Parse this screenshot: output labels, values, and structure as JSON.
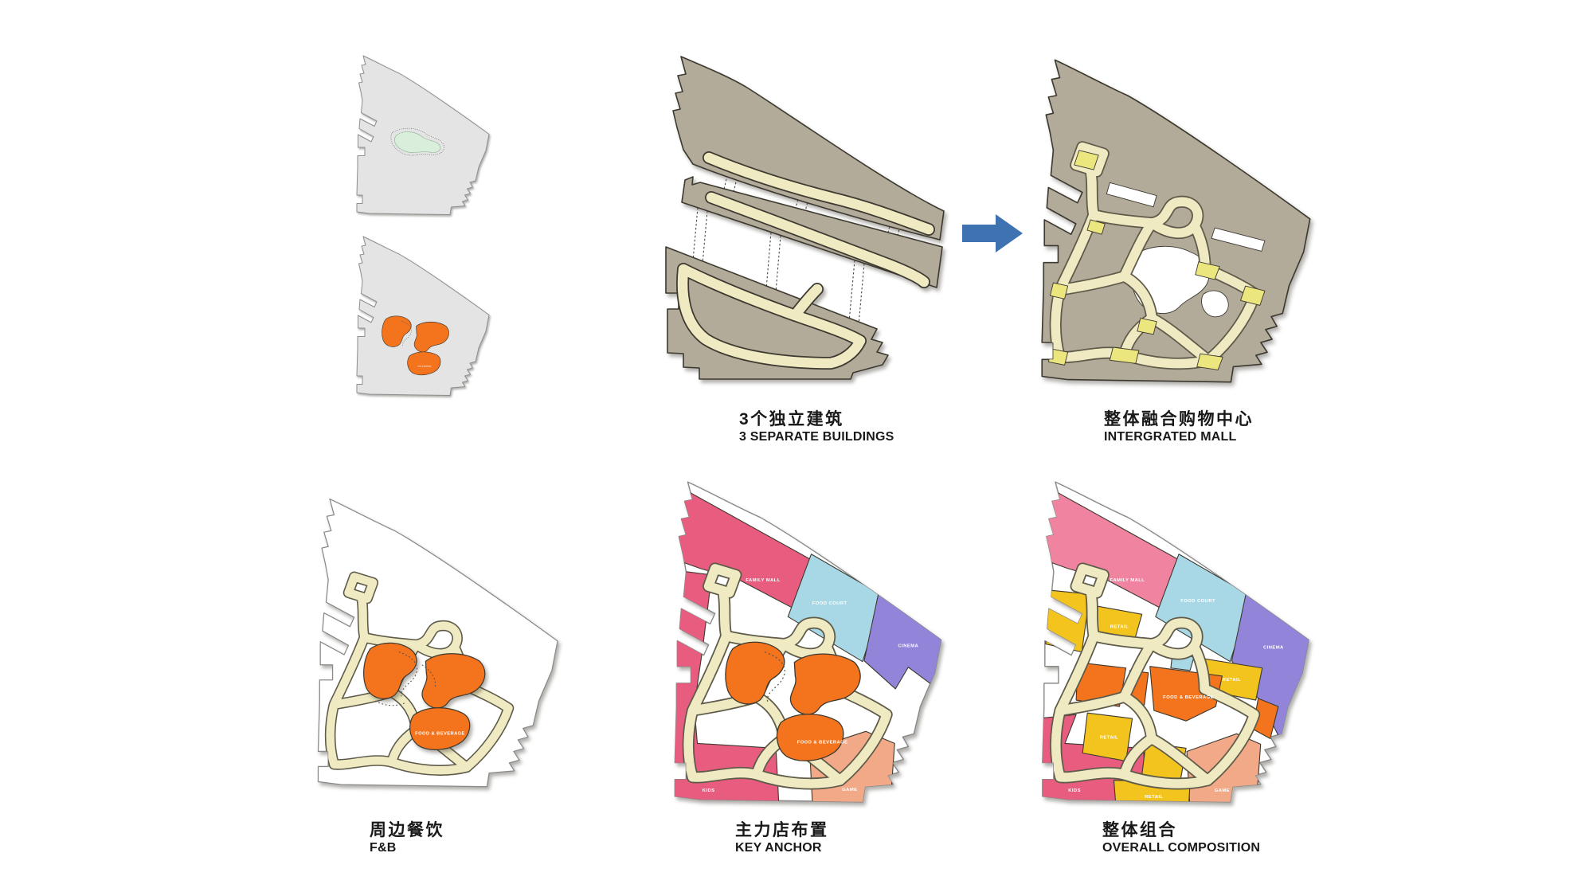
{
  "captions": {
    "three_buildings": {
      "zh": "3个独立建筑",
      "en": "3 SEPARATE BUILDINGS"
    },
    "integrated_mall": {
      "zh": "整体融合购物中心",
      "en": "INTERGRATED MALL"
    },
    "fnb": {
      "zh": "周边餐饮",
      "en": "F&B"
    },
    "key_anchor": {
      "zh": "主力店布置",
      "en": "KEY ANCHOR"
    },
    "overall": {
      "zh": "整体组合",
      "en": "OVERALL COMPOSITION"
    }
  },
  "zone_labels": {
    "family_mall": "FAMILY MALL",
    "food_court": "FOOD COURT",
    "cinema": "CINEMA",
    "kids": "KIDS",
    "game": "GAME",
    "retail": "RETAIL",
    "food_beverage": "FOOD & BEVERAGE"
  },
  "colors": {
    "background": "#ffffff",
    "site_gray": "#e4e4e4",
    "site_taupe": "#b3ab99",
    "corridor_cream": "#efeac2",
    "corridor_node_yellow": "#ece67e",
    "lake_mint": "#d9eedb",
    "orange_fnb": "#f4731d",
    "pink_anchor": "#e85d7f",
    "pink_family_light": "#f0839f",
    "blue_food_court": "#a8d8e5",
    "purple_cinema": "#9184d9",
    "salmon_game": "#f2a988",
    "yellow_retail": "#f3c41e",
    "arrow_blue": "#3e72b0",
    "caption_text": "#191919"
  }
}
